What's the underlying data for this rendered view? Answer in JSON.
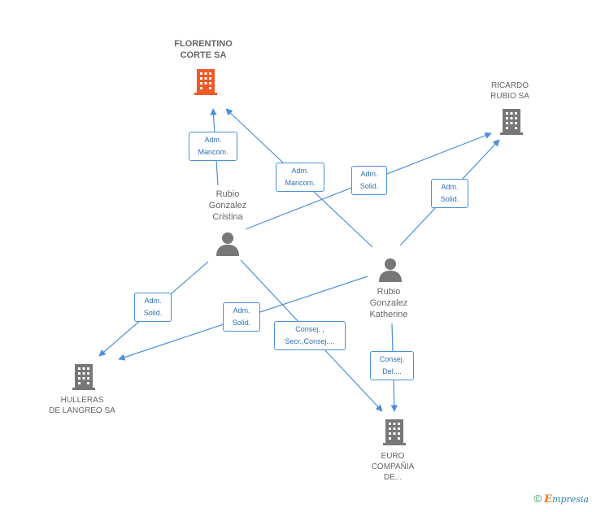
{
  "nodes": {
    "florentino": {
      "label": "FLORENTINO\nCORTE SA",
      "type": "company",
      "color": "#f05a28",
      "icon": "building-icon"
    },
    "ricardo": {
      "label": "RICARDO\nRUBIO SA",
      "type": "company",
      "color": "#777777",
      "icon": "building-icon"
    },
    "cristina": {
      "label": "Rubio\nGonzalez\nCristina",
      "type": "person",
      "color": "#777777",
      "icon": "person-icon"
    },
    "katherine": {
      "label": "Rubio\nGonzalez\nKatherine",
      "type": "person",
      "color": "#777777",
      "icon": "person-icon"
    },
    "hulleras": {
      "label": "HULLERAS\nDE LANGREO SA",
      "type": "company",
      "color": "#777777",
      "icon": "building-icon"
    },
    "euro": {
      "label": "EURO\nCOMPAÑIA\nDE...",
      "type": "company",
      "color": "#777777",
      "icon": "building-icon"
    }
  },
  "edges": {
    "e1": {
      "label": "Adm.\nMancom."
    },
    "e2": {
      "label": "Adm.\nMancom."
    },
    "e3": {
      "label": "Adm.\nSolid."
    },
    "e4": {
      "label": "Adm.\nSolid."
    },
    "e5": {
      "label": "Adm.\nSolid."
    },
    "e6": {
      "label": "Adm.\nSolid."
    },
    "e7": {
      "label": "Consej. ,\nSecr.,Consej...."
    },
    "e8": {
      "label": "Consej.\nDel...."
    }
  },
  "footer": {
    "copyright": "©",
    "brand_initial": "E",
    "brand_rest": "mpresia"
  },
  "colors": {
    "edge": "#4a8fd8",
    "highlight": "#f05a28",
    "node": "#777777"
  }
}
